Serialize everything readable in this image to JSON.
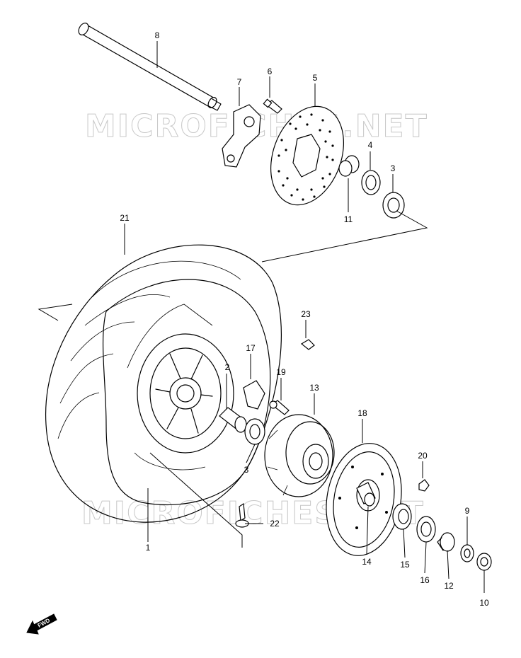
{
  "watermark": "MICROFICHES.NET",
  "fwd_label": "FWD",
  "parts": [
    {
      "id": "p1",
      "label": "1"
    },
    {
      "id": "p2",
      "label": "2"
    },
    {
      "id": "p3a",
      "label": "3"
    },
    {
      "id": "p3b",
      "label": "3"
    },
    {
      "id": "p4",
      "label": "4"
    },
    {
      "id": "p5",
      "label": "5"
    },
    {
      "id": "p6",
      "label": "6"
    },
    {
      "id": "p7",
      "label": "7"
    },
    {
      "id": "p8",
      "label": "8"
    },
    {
      "id": "p9",
      "label": "9"
    },
    {
      "id": "p10",
      "label": "10"
    },
    {
      "id": "p11",
      "label": "11"
    },
    {
      "id": "p12",
      "label": "12"
    },
    {
      "id": "p13",
      "label": "13"
    },
    {
      "id": "p14",
      "label": "14"
    },
    {
      "id": "p15",
      "label": "15"
    },
    {
      "id": "p16",
      "label": "16"
    },
    {
      "id": "p17",
      "label": "17"
    },
    {
      "id": "p18",
      "label": "18"
    },
    {
      "id": "p19",
      "label": "19"
    },
    {
      "id": "p20",
      "label": "20"
    },
    {
      "id": "p21",
      "label": "21"
    },
    {
      "id": "p22",
      "label": "22"
    },
    {
      "id": "p23",
      "label": "23"
    }
  ]
}
